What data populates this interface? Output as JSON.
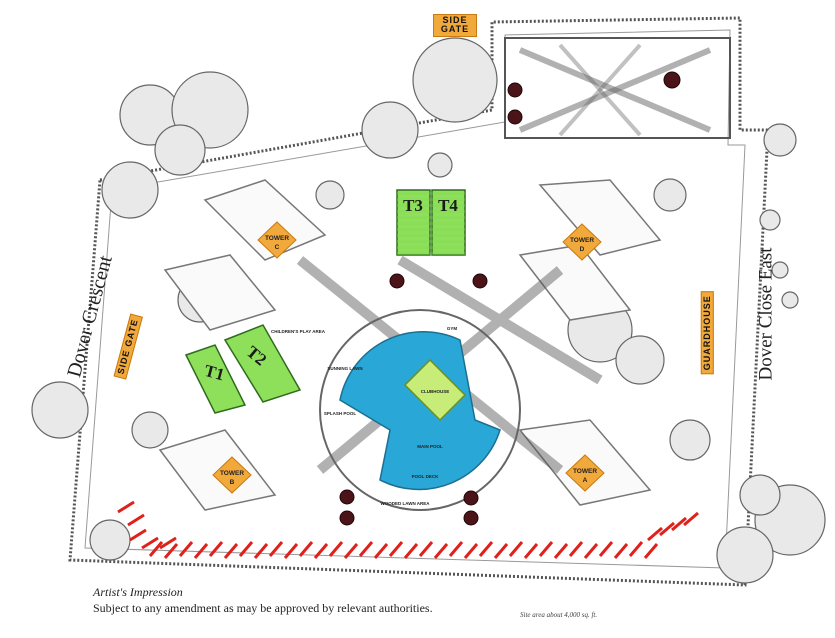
{
  "streets": {
    "west": "Dover Crescent",
    "east": "Dover Close East"
  },
  "gates": {
    "side_gate_top": "SIDE GATE",
    "side_gate_left": "SIDE GATE"
  },
  "guardhouse": "GUARDHOUSE",
  "towers": [
    {
      "id": "C",
      "word": "TOWER",
      "letter": "C"
    },
    {
      "id": "D",
      "word": "TOWER",
      "letter": "D"
    },
    {
      "id": "B",
      "word": "TOWER",
      "letter": "B"
    },
    {
      "id": "A",
      "word": "TOWER",
      "letter": "A"
    }
  ],
  "courts": {
    "t1": "T1",
    "t2": "T2",
    "t3": "T3",
    "t4": "T4"
  },
  "facilities": {
    "clubhouse": "CLUBHOUSE",
    "main_pool": "MAIN POOL",
    "pool_deck": "POOL DECK",
    "gym": "GYM",
    "wooded_lawn": "WOODED LAWN AREA",
    "childrens_play": "CHILDREN'S PLAY AREA",
    "splash_pool": "SPLASH POOL",
    "sunning_lawn": "SUNNING LAWN"
  },
  "caption": {
    "title": "Artist's Impression",
    "note": "Subject to any amendment as may be approved by relevant authorities.",
    "area": "Site area about 4,000 sq. ft."
  },
  "colors": {
    "court_green": "#8ee05a",
    "court_stripe": "#6fca3e",
    "pool_blue": "#29a7d6",
    "clubhouse_green": "#c8ec78",
    "tower_badge": "#f2a93b",
    "hatch_red": "#e0201a",
    "marker_dark": "#4a1418"
  }
}
